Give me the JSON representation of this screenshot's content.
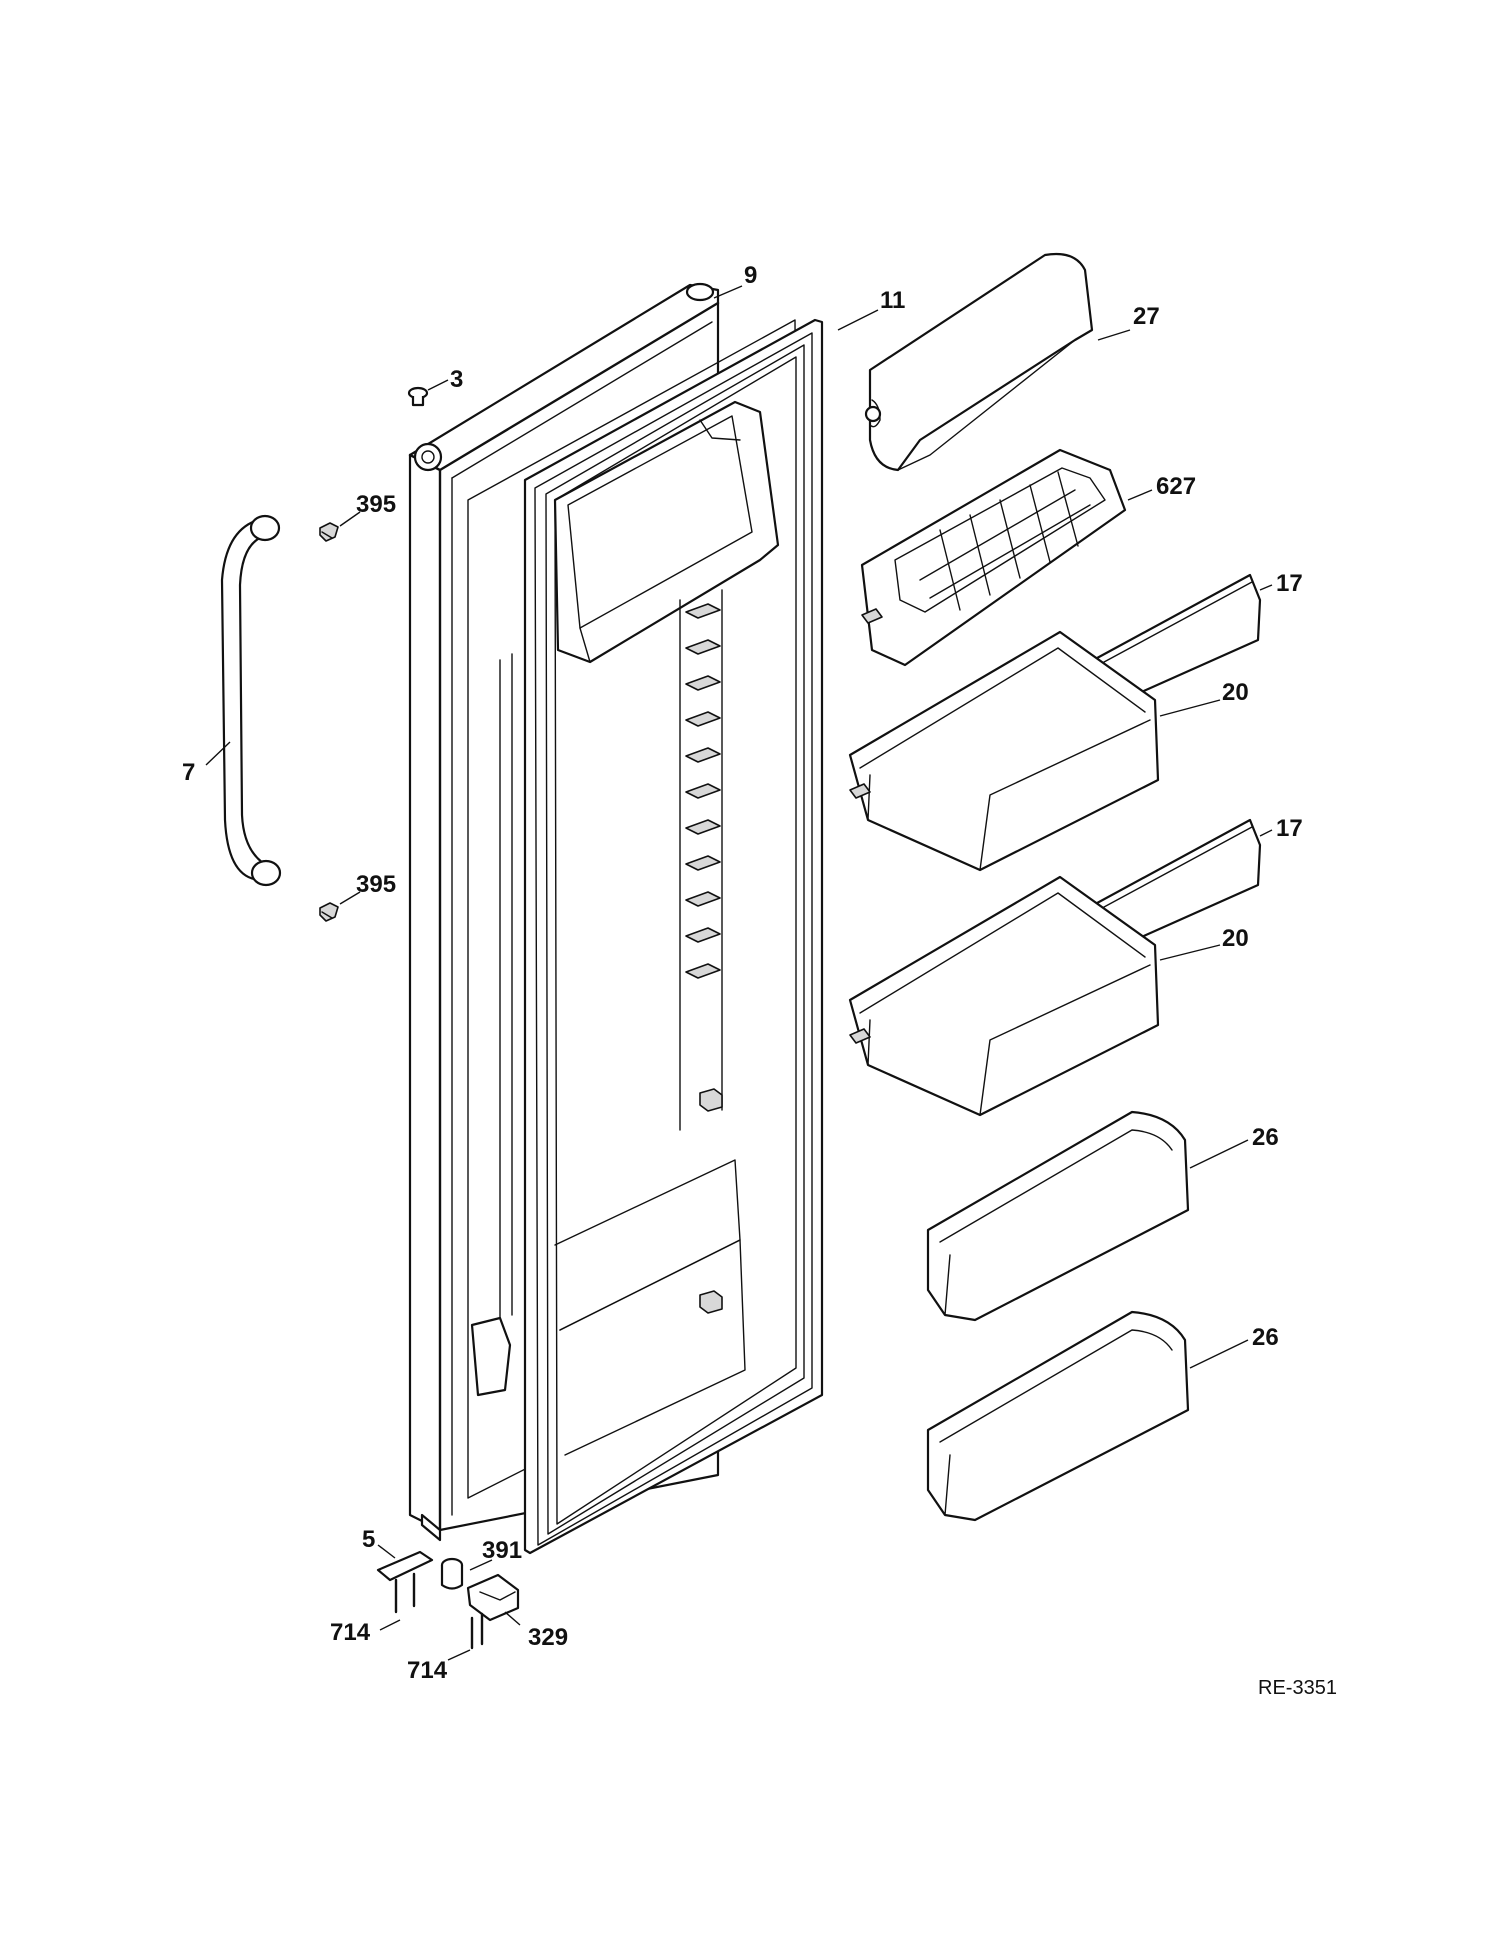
{
  "diagram": {
    "drawing_code": "RE-3351",
    "callouts": [
      {
        "id": "c9",
        "label": "9"
      },
      {
        "id": "c11",
        "label": "11"
      },
      {
        "id": "c27",
        "label": "27"
      },
      {
        "id": "c3",
        "label": "3"
      },
      {
        "id": "c395a",
        "label": "395"
      },
      {
        "id": "c627",
        "label": "627"
      },
      {
        "id": "c17a",
        "label": "17"
      },
      {
        "id": "c20a",
        "label": "20"
      },
      {
        "id": "c7",
        "label": "7"
      },
      {
        "id": "c17b",
        "label": "17"
      },
      {
        "id": "c395b",
        "label": "395"
      },
      {
        "id": "c20b",
        "label": "20"
      },
      {
        "id": "c26a",
        "label": "26"
      },
      {
        "id": "c26b",
        "label": "26"
      },
      {
        "id": "c5",
        "label": "5"
      },
      {
        "id": "c391",
        "label": "391"
      },
      {
        "id": "c714a",
        "label": "714"
      },
      {
        "id": "c329",
        "label": "329"
      },
      {
        "id": "c714b",
        "label": "714"
      }
    ]
  }
}
